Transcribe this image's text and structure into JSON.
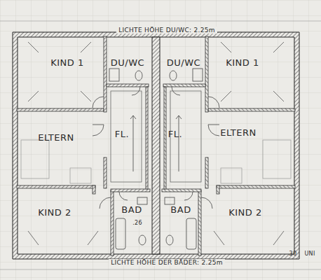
{
  "diagram": {
    "nodes": [
      {
        "text": [
          "KIND 1"
        ]
      },
      {
        "text": [
          "DU/WC"
        ]
      },
      {
        "text": [
          "DU/WC"
        ]
      },
      {
        "text": [
          "KIND 1"
        ]
      },
      {
        "text": [
          "ELTERN"
        ]
      },
      {
        "text": [
          "FL."
        ]
      },
      {
        "text": [
          "FL."
        ]
      },
      {
        "text": [
          "ELTERN"
        ]
      },
      {
        "text": [
          "KIND 2"
        ]
      },
      {
        "text": [
          "BAD"
        ]
      },
      {
        "text": [
          "BAD"
        ]
      },
      {
        "text": [
          "KIND 2"
        ]
      }
    ],
    "labels": [
      "LICHTE HÖHE DU/WC: 2.25m",
      ".26",
      "LICHTE HÖHE DER BÄDER: 2.25m",
      "30",
      "UNI"
    ]
  }
}
